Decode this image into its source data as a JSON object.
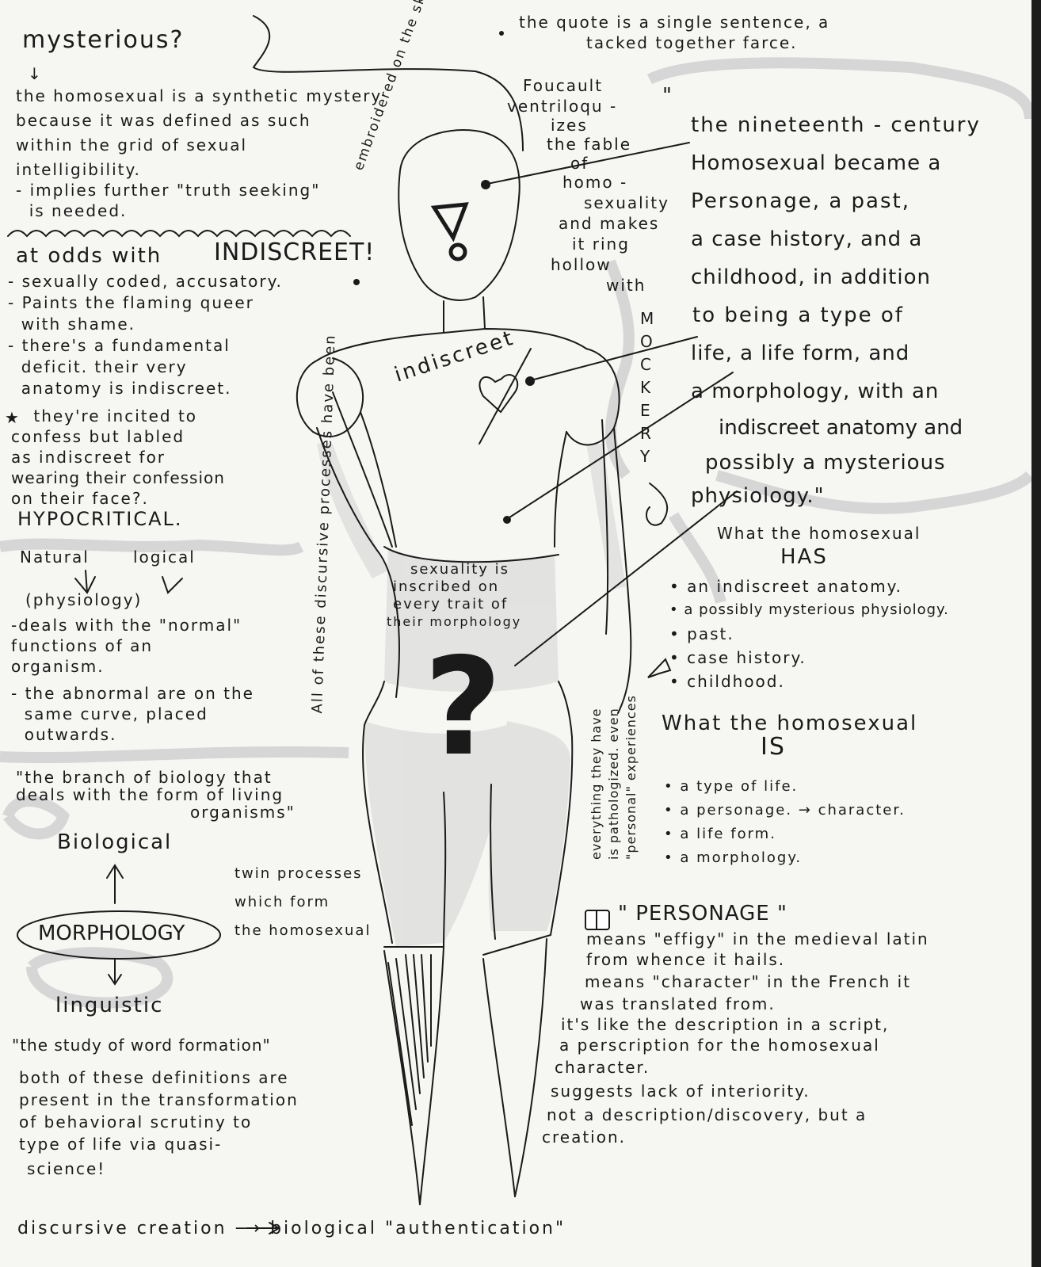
{
  "top_left": {
    "title": "mysterious?",
    "arrow": "↓",
    "lines": [
      "the homosexual is a synthetic mystery",
      "because it was defined as such",
      "within the grid of sexual",
      "intelligibility.",
      "- implies further \"truth seeking\"",
      "  is needed."
    ]
  },
  "top_quote_note": {
    "lines": [
      "the quote is a single sentence, a",
      "tacked together farce."
    ]
  },
  "foucault_note": {
    "lines": [
      "Foucault",
      "ventriloqu -",
      "izes",
      "the fable",
      "of",
      "homo -",
      "sexuality",
      "and makes",
      "it ring",
      "hollow",
      "with"
    ]
  },
  "mockery": [
    "M",
    "O",
    "C",
    "K",
    "E",
    "R",
    "Y"
  ],
  "quote": {
    "open_mark": "\"",
    "lines": [
      "the nineteenth - century",
      "Homosexual became a",
      "Personage, a past,",
      "a case history, and a",
      "childhood, in addition",
      "to being a type of",
      "life, a life form, and",
      "a morphology, with an",
      "indiscreet anatomy and",
      "possibly a mysterious",
      "physiology.\""
    ]
  },
  "indiscreet_section": {
    "heading_pre": "at odds with",
    "heading_word": "INDISCREET!",
    "lines": [
      "- sexually coded, accusatory.",
      "- Paints the flaming queer",
      "  with shame.",
      "- there's a fundamental",
      "  deficit. their very",
      "  anatomy is indiscreet."
    ]
  },
  "confess_note": {
    "star": "★",
    "lines": [
      " they're incited to",
      "confess but labled",
      "as indiscreet for",
      "wearing their confession",
      "on their face?."
    ],
    "conclusion": "HYPOCRITICAL."
  },
  "physiology_section": {
    "natural": "Natural",
    "logical": "logical",
    "word": "(physiology)",
    "lines": [
      "-deals with the \"normal\"",
      "functions of an",
      "organism.",
      "- the abnormal are on the",
      "  same curve, placed",
      "  outwards."
    ]
  },
  "morphology_def": {
    "lines": [
      "\"the branch of biology that",
      "deals with the form of living",
      "organisms\""
    ]
  },
  "morphology_diagram": {
    "top": "Biological",
    "center": "MORPHOLOGY",
    "bottom": "linguistic",
    "side_lines": [
      "twin processes",
      "which form",
      "the homosexual"
    ]
  },
  "word_formation": {
    "quote": "\"the study of word formation\"",
    "lines": [
      "both of these definitions are",
      "present in the transformation",
      "of behavioral scrutiny to",
      "type of life via quasi-",
      "science!"
    ]
  },
  "footer": "discursive creation ⟶ biological \"authentication\"",
  "body_labels": {
    "head_arc": "embroidered on the skin of the new homo sexual",
    "processes_arc": "All of these discursive processes have been",
    "indiscreet": "indiscreet",
    "sexuality_lines": [
      "sexuality is",
      "inscribed on",
      "every trait of",
      "their morphology"
    ],
    "pathologized_lines": [
      "everything they have",
      "is pathologized. even",
      "\"personal\" experiences"
    ],
    "question_mark": "?",
    "head_mark": "!"
  },
  "has_section": {
    "heading_pre": "What the homosexual",
    "heading_word": "HAS",
    "items": [
      "an indiscreet anatomy.",
      "a possibly mysterious physiology.",
      "past.",
      "case history.",
      "childhood."
    ]
  },
  "is_section": {
    "heading_pre": "What the homosexual",
    "heading_word": "IS",
    "items": [
      "a type of life.",
      "a personage. → character.",
      "a life form.",
      "a morphology."
    ]
  },
  "personage": {
    "icon": "book",
    "title": "\" PERSONAGE \"",
    "lines": [
      "means \"effigy\" in the medieval latin",
      "from whence it hails.",
      "means \"character\" in the French it",
      "was translated from.",
      "it's like the description in a script,",
      "a perscription for the homosexual",
      "character.",
      "suggests lack of interiority.",
      "not a description/discovery, but a",
      "creation."
    ]
  },
  "colors": {
    "ink": "#1a1a1a",
    "paper": "#f6f6f3",
    "marker": "#c9c9c9"
  }
}
